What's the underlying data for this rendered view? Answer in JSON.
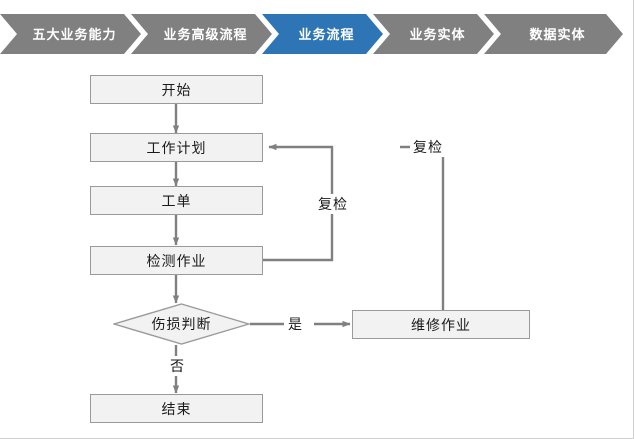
{
  "breadcrumb": {
    "items": [
      {
        "label": "五大业务能力",
        "state": "inactive"
      },
      {
        "label": "业务高级流程",
        "state": "inactive"
      },
      {
        "label": "业务流程",
        "state": "active"
      },
      {
        "label": "业务实体",
        "state": "inactive"
      },
      {
        "label": "数据实体",
        "state": "inactive"
      }
    ],
    "colors": {
      "inactive_bg": "#808080",
      "active_bg": "#2E75B6",
      "text": "#FFFFFF"
    }
  },
  "flowchart": {
    "colors": {
      "node_fill": "#F2F2F2",
      "node_border": "#9A9A9A",
      "connector": "#808080",
      "text": "#1A1A1A"
    },
    "nodes": [
      {
        "id": "start",
        "label": "开始",
        "shape": "rect"
      },
      {
        "id": "plan",
        "label": "工作计划",
        "shape": "rect"
      },
      {
        "id": "workorder",
        "label": "工单",
        "shape": "rect"
      },
      {
        "id": "inspect",
        "label": "检测作业",
        "shape": "rect"
      },
      {
        "id": "decision",
        "label": "伤损判断",
        "shape": "diamond"
      },
      {
        "id": "repair",
        "label": "维修作业",
        "shape": "rect"
      },
      {
        "id": "end",
        "label": "结束",
        "shape": "rect"
      }
    ],
    "edge_labels": [
      {
        "id": "recheck-inspect",
        "label": "复检"
      },
      {
        "id": "recheck-repair",
        "label": "复检"
      },
      {
        "id": "yes",
        "label": "是"
      },
      {
        "id": "no",
        "label": "否"
      }
    ]
  }
}
